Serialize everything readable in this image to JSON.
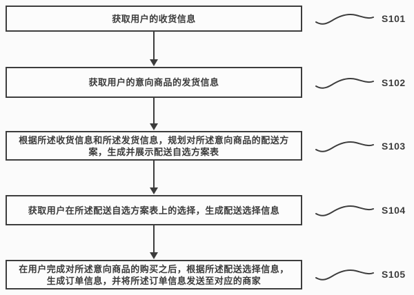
{
  "diagram": {
    "type": "flowchart",
    "language": "zh-CN",
    "colors": {
      "line": "#3c3c3c",
      "text": "#3b3b3b",
      "background": "#fbfbfb"
    },
    "steps": [
      {
        "text": "获取用户的收货信息",
        "label": "S101"
      },
      {
        "text": "获取用户的意向商品的发货信息",
        "label": "S102"
      },
      {
        "text": "根据所述收货信息和所述发货信息，规划对所述意向商品的配送方\n案，生成并展示配送自选方案表",
        "label": "S103"
      },
      {
        "text": "获取用户在所述配送自选方案表上的选择，生成配送选择信息",
        "label": "S104"
      },
      {
        "text": "在用户完成对所述意向商品的购买之后，根据所述配送选择信息，\n生成订单信息，并将所述订单信息发送至对应的商家",
        "label": "S105"
      }
    ]
  }
}
